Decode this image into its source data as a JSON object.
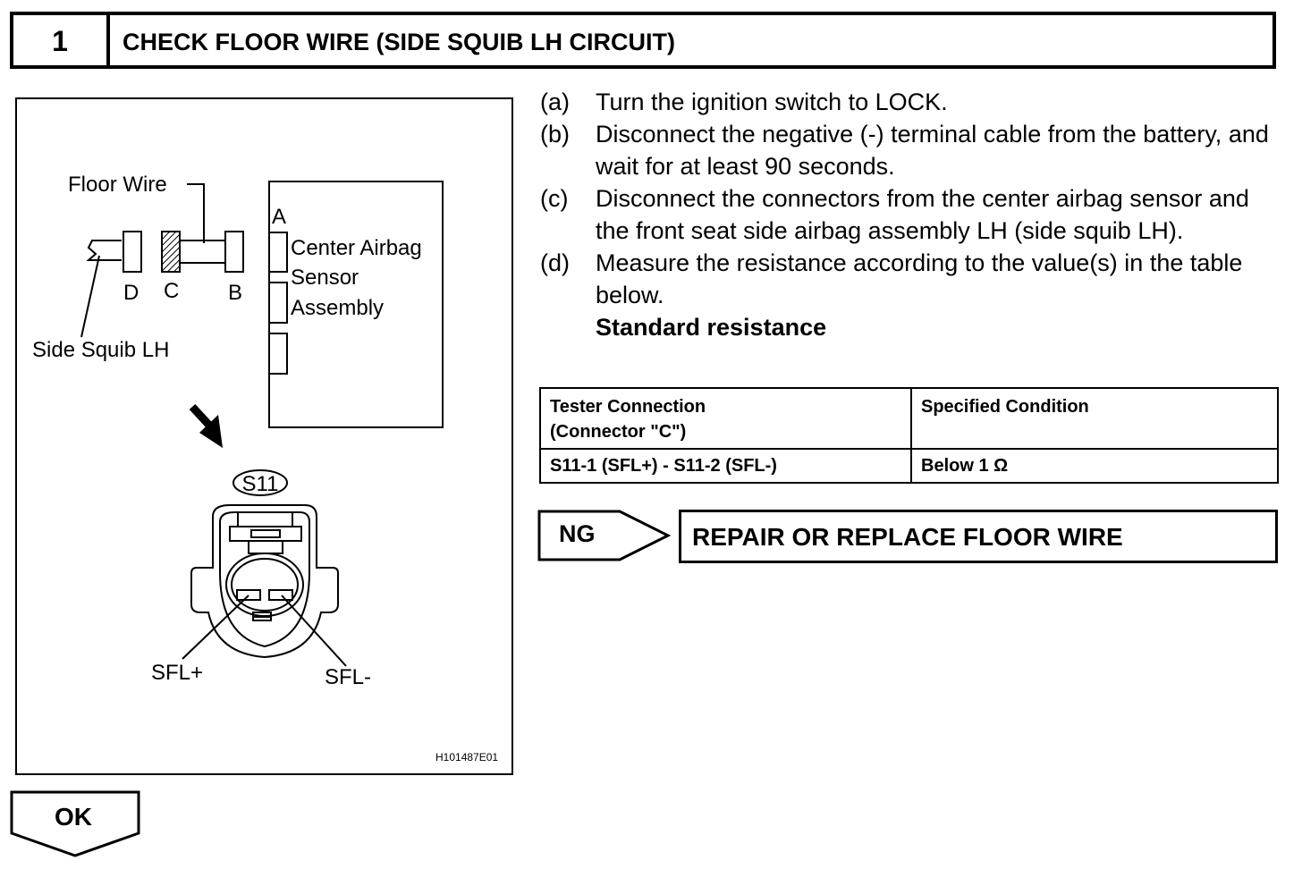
{
  "header": {
    "step_number": "1",
    "title": "CHECK FLOOR WIRE (SIDE SQUIB LH CIRCUIT)"
  },
  "figure": {
    "floor_wire": "Floor Wire",
    "connector_a": "A",
    "sensor_line1": "Center Airbag",
    "sensor_line2": "Sensor",
    "sensor_line3": "Assembly",
    "conn_d": "D",
    "conn_c": "C",
    "conn_b": "B",
    "side_squib": "Side Squib LH",
    "connector_id": "S11",
    "sfl_plus": "SFL+",
    "sfl_minus": "SFL-",
    "figure_code": "H101487E01"
  },
  "steps": [
    {
      "label": "(a)",
      "text": "Turn the ignition switch to LOCK."
    },
    {
      "label": "(b)",
      "text": "Disconnect the negative (-) terminal cable from the battery, and wait for at least 90 seconds."
    },
    {
      "label": "(c)",
      "text": "Disconnect the connectors from the center airbag sensor and the front seat side airbag assembly LH (side squib LH)."
    },
    {
      "label": "(d)",
      "text": "Measure the resistance according to the value(s) in the table below."
    }
  ],
  "spec_title": "Standard resistance",
  "table": {
    "col1_line1": "Tester Connection",
    "col1_line2": "(Connector \"C\")",
    "col2": "Specified Condition",
    "rows": [
      {
        "connection": "S11-1 (SFL+) - S11-2 (SFL-)",
        "condition": "Below 1 Ω"
      }
    ]
  },
  "result": {
    "ng": "NG",
    "action": "REPAIR OR REPLACE FLOOR WIRE",
    "ok": "OK"
  }
}
